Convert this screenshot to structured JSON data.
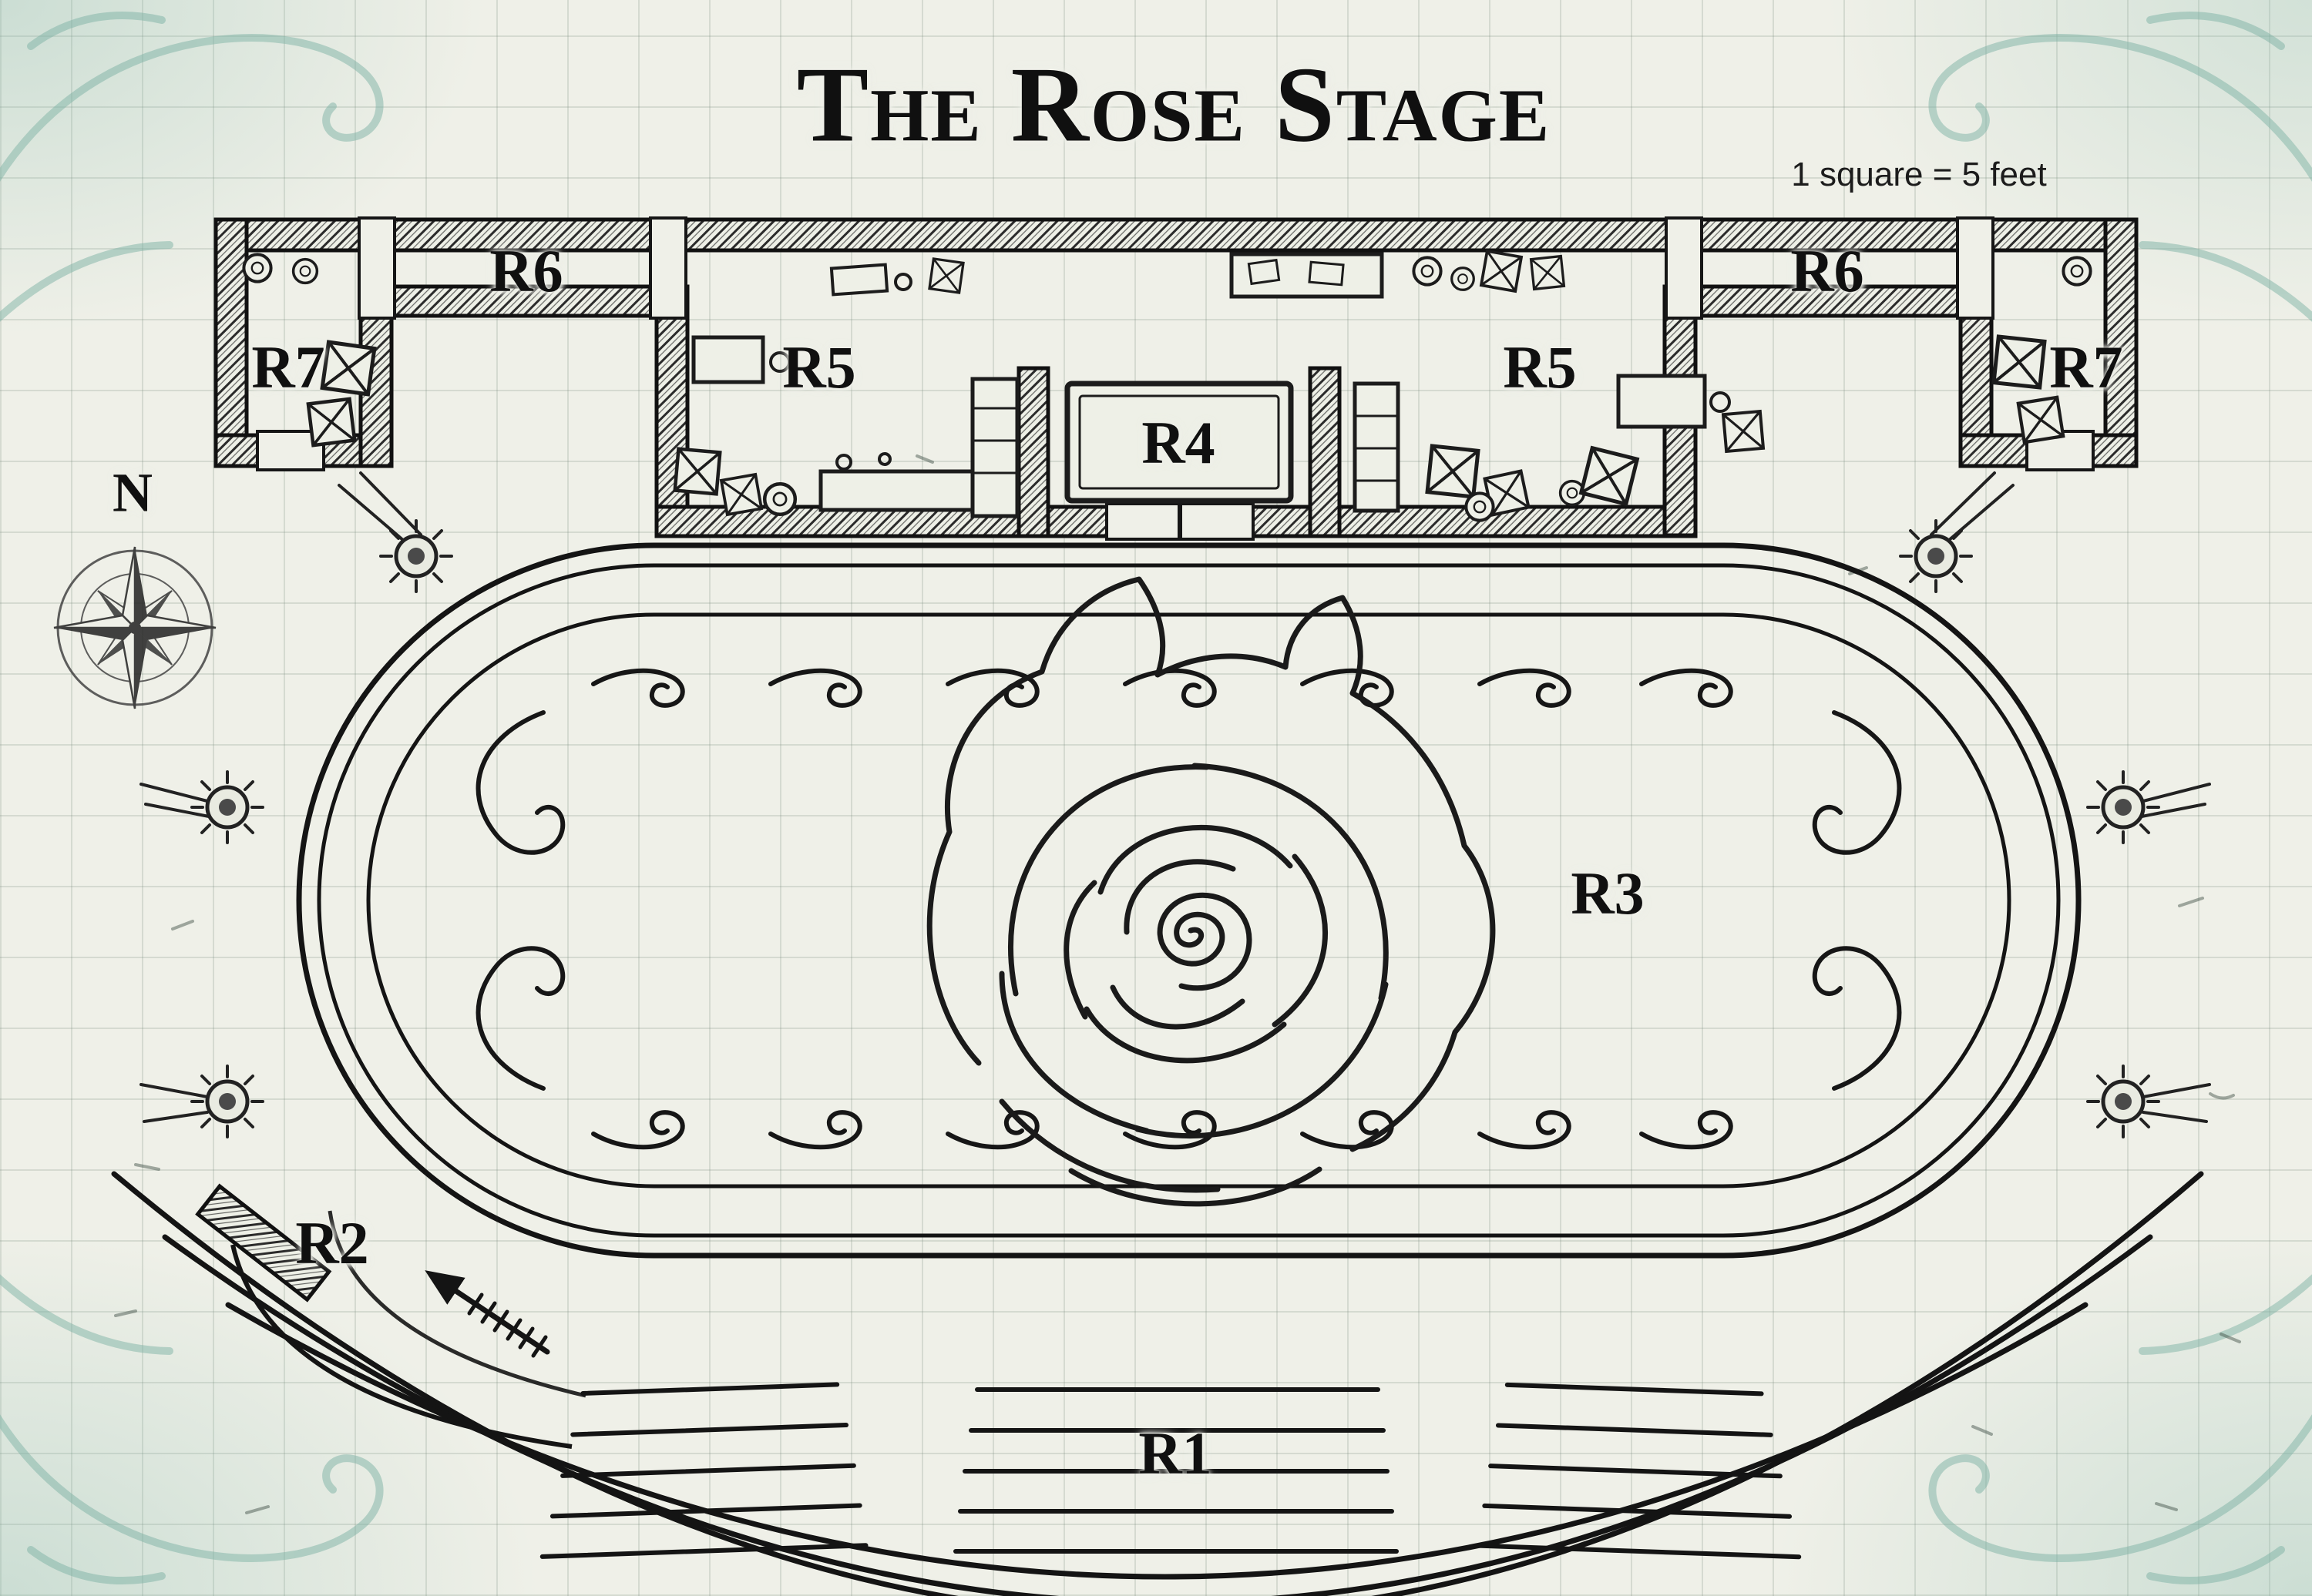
{
  "title": "The Rose Stage",
  "scale_note": "1 square = 5 feet",
  "compass": {
    "north": "N"
  },
  "rooms": {
    "r1": "R1",
    "r2": "R2",
    "r3": "R3",
    "r4": "R4",
    "r5": "R5",
    "r6": "R6",
    "r7": "R7"
  },
  "colors": {
    "ink": "#161616",
    "paper": "#eff0e8",
    "grid_line": "#6e8273",
    "flourish_teal": "#7fb3a6"
  },
  "icons": {
    "compass": "compass-rose-icon",
    "torch": "torch-icon",
    "crate": "crate-icon",
    "barrel": "barrel-icon",
    "door": "door-icon",
    "rose": "rose-illustration",
    "wave": "wave-ornament-icon",
    "stairs_arrow": "stairs-arrow-icon"
  }
}
